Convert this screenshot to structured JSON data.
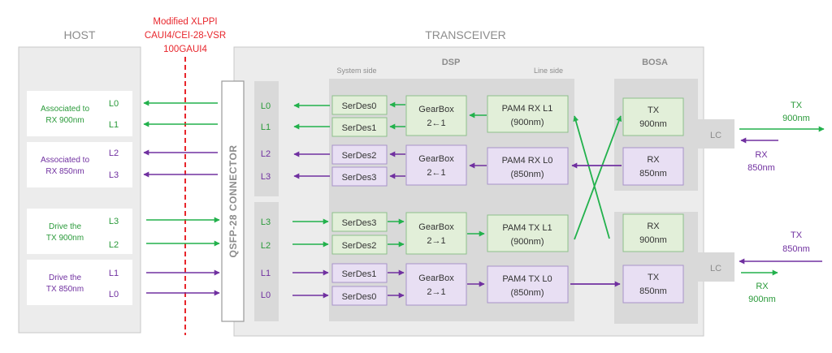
{
  "colors": {
    "green_line": "#22b14c",
    "purple_line": "#7030a0",
    "green_text": "#2a9a3a",
    "purple_text": "#7030a0",
    "red": "#e8262c",
    "green_fill": "#e2efd9",
    "green_stroke": "#8dc08b",
    "purple_fill": "#e8dff3",
    "purple_stroke": "#a893c9",
    "panel": "#ececec",
    "panel_dark": "#d9d9d9",
    "gray_text": "#8c8c8c"
  },
  "headings": {
    "host": "HOST",
    "transceiver": "TRANSCEIVER",
    "dsp": "DSP",
    "bosa": "BOSA",
    "system_side": "System side",
    "line_side": "Line side"
  },
  "interface_label": [
    "Modified XLPPI",
    "CAUI4/CEI-28-VSR",
    "100GAUI4"
  ],
  "connector_label": "QSFP-28 CONNECTOR",
  "host_groups": [
    {
      "label": [
        "Associated to",
        "RX 900nm"
      ],
      "lanes": [
        "L0",
        "L1"
      ]
    },
    {
      "label": [
        "Associated to",
        "RX 850nm"
      ],
      "lanes": [
        "L2",
        "L3"
      ]
    },
    {
      "label": [
        "Drive the",
        "TX 900nm"
      ],
      "lanes": [
        "L3",
        "L2"
      ]
    },
    {
      "label": [
        "Drive the",
        "TX 850nm"
      ],
      "lanes": [
        "L1",
        "L0"
      ]
    }
  ],
  "module_lanes": [
    "L0",
    "L1",
    "L2",
    "L3",
    "L3",
    "L2",
    "L1",
    "L0"
  ],
  "serdes": [
    "SerDes0",
    "SerDes1",
    "SerDes2",
    "SerDes3",
    "SerDes3",
    "SerDes2",
    "SerDes1",
    "SerDes0"
  ],
  "gearboxes": [
    {
      "line1": "GearBox",
      "line2": "2←1"
    },
    {
      "line1": "GearBox",
      "line2": "2←1"
    },
    {
      "line1": "GearBox",
      "line2": "2→1"
    },
    {
      "line1": "GearBox",
      "line2": "2→1"
    }
  ],
  "pam4": [
    {
      "line1": "PAM4 RX L1",
      "line2": "(900nm)"
    },
    {
      "line1": "PAM4 RX L0",
      "line2": "(850nm)"
    },
    {
      "line1": "PAM4 TX L1",
      "line2": "(900nm)"
    },
    {
      "line1": "PAM4 TX L0",
      "line2": "(850nm)"
    }
  ],
  "bosa_blocks": [
    {
      "line1": "TX",
      "line2": "900nm"
    },
    {
      "line1": "RX",
      "line2": "850nm"
    },
    {
      "line1": "RX",
      "line2": "900nm"
    },
    {
      "line1": "TX",
      "line2": "850nm"
    }
  ],
  "lc_label": "LC",
  "fiber_labels": [
    {
      "line1": "TX",
      "line2": "900nm"
    },
    {
      "line1": "RX",
      "line2": "850nm"
    },
    {
      "line1": "TX",
      "line2": "850nm"
    },
    {
      "line1": "RX",
      "line2": "900nm"
    }
  ]
}
